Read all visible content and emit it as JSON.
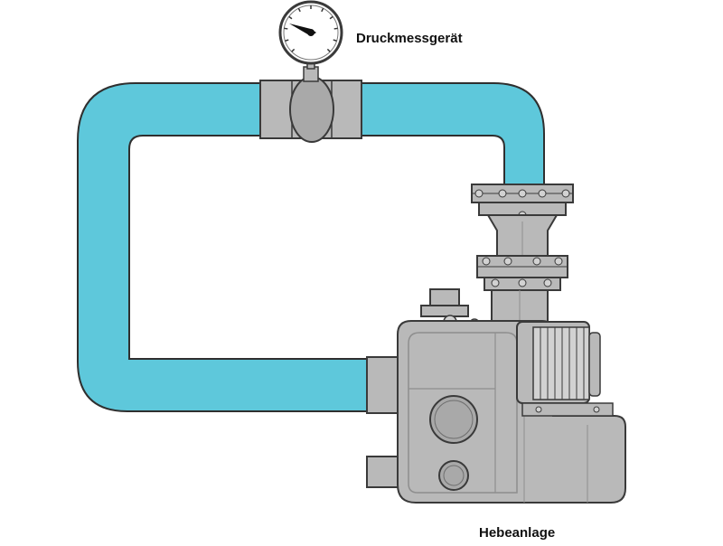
{
  "labels": {
    "pressure_gauge": "Druckmessgerät",
    "lifting_unit": "Hebeanlage"
  },
  "colors": {
    "pipe": "#5ec8db",
    "pipe_outline": "#2f2f2f",
    "metal": "#b9b9b9",
    "metal_dark": "#8e8e8e",
    "metal_light": "#d2d2d2",
    "outline": "#3a3a3a",
    "gauge_face": "#ffffff",
    "needle": "#111111"
  },
  "icons": {
    "gauge": "pressure-gauge-icon",
    "valve": "ball-valve-icon",
    "unit": "sewage-lifting-unit-icon"
  },
  "gauge": {
    "needle_angle_deg": -60
  }
}
